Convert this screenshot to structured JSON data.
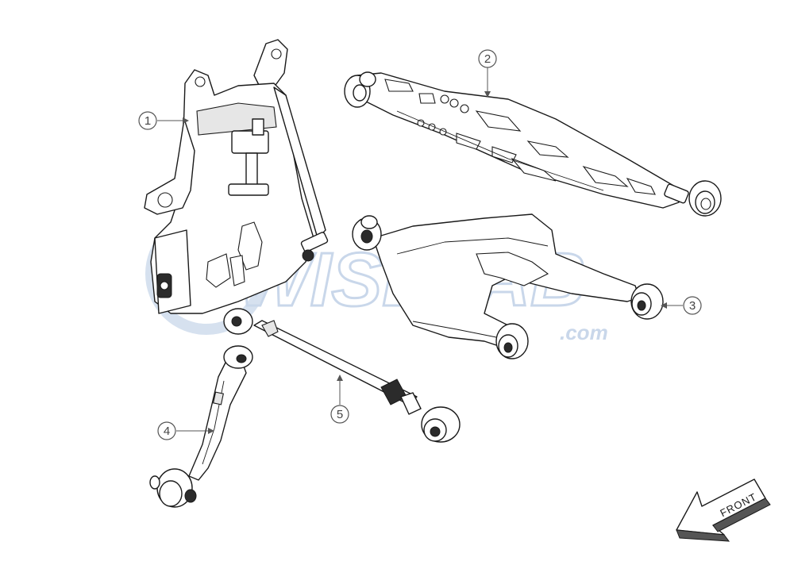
{
  "watermark": {
    "brand": "WISEFAB",
    "domain": ".com",
    "color": "#c9d7ea"
  },
  "callouts": [
    {
      "id": "1",
      "label": "1"
    },
    {
      "id": "2",
      "label": "2"
    },
    {
      "id": "3",
      "label": "3"
    },
    {
      "id": "4",
      "label": "4"
    },
    {
      "id": "5",
      "label": "5"
    }
  ],
  "front_arrow": {
    "label": "FRONT",
    "icon": "front-direction-arrow-icon"
  },
  "colors": {
    "line": "#1a1a1a",
    "callout": "#555555",
    "background": "#ffffff"
  }
}
